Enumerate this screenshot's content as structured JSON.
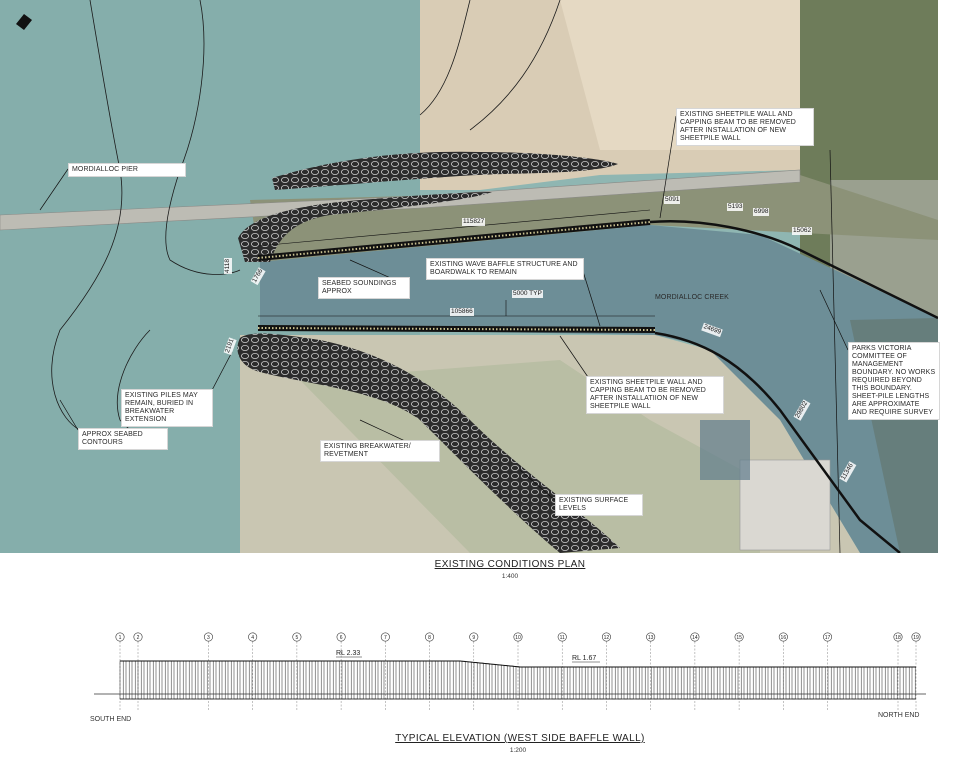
{
  "plan": {
    "title": "EXISTING CONDITIONS PLAN",
    "scale": "1:400",
    "labels": {
      "pier": "MORDIALLOC PIER",
      "sheetpile_top": "EXISTING SHEETPILE WALL AND CAPPING BEAM TO BE REMOVED AFTER INSTALLATION OF NEW SHEETPILE WALL",
      "wave_baffle": "EXISTING WAVE BAFFLE STRUCTURE AND BOARDWALK TO REMAIN",
      "soundings": "SEABED SOUNDINGS APPROX",
      "creek": "MORDIALLOC CREEK",
      "parks": "PARKS VICTORIA COMMITTEE OF MANAGEMENT BOUNDARY. NO WORKS REQUIRED BEYOND THIS BOUNDARY. SHEET-PILE LENGTHS ARE APPROXIMATE AND REQUIRE SURVEY",
      "piles": "EXISTING PILES MAY REMAIN, BURIED IN BREAKWATER EXTENSION",
      "sheetpile_bottom": "EXISTING SHEETPILE WALL AND CAPPING BEAM TO BE REMOVED AFTER INSTALLATIION OF NEW SHEETPILE WALL",
      "contours": "APPROX SEABED CONTOURS",
      "breakwater": "EXISTING BREAKWATER/ REVETMENT",
      "surface": "EXISTING SURFACE LEVELS"
    },
    "dimensions": {
      "d5091": "5091",
      "d5193": "5193",
      "d6998": "6998",
      "d15062": "15062",
      "d115827": "115827",
      "d4118": "4118",
      "d1766": "1766",
      "d5000": "5000 TYP",
      "d105866": "105866",
      "d2191": "2191",
      "d24699": "24699",
      "d29802": "29802",
      "d11346": "11346"
    }
  },
  "elevation": {
    "title": "TYPICAL ELEVATION (WEST SIDE BAFFLE WALL)",
    "scale": "1:200",
    "south_end": "SOUTH END",
    "north_end": "NORTH END",
    "rl_left": "RL 2.33",
    "rl_right": "RL 1.67",
    "grid_markers": [
      "1",
      "2",
      "3",
      "4",
      "5",
      "6",
      "7",
      "8",
      "9",
      "10",
      "11",
      "12",
      "13",
      "14",
      "15",
      "16",
      "17",
      "18",
      "19"
    ]
  },
  "colors": {
    "water": "#8fb3b0",
    "sand": "#d8cdb6",
    "line": "#111111"
  }
}
